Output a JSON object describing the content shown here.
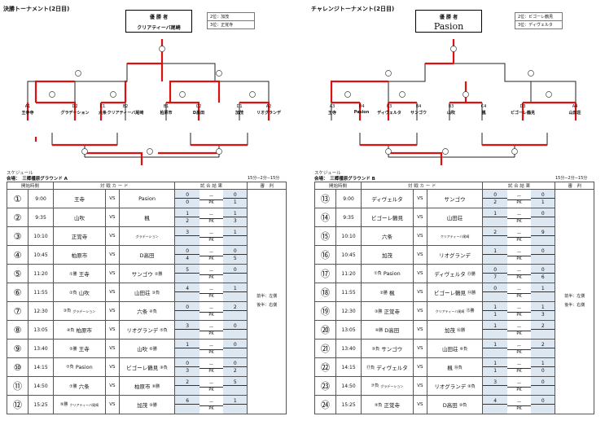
{
  "left": {
    "title": "決勝トーナメント(2日目)",
    "champ_label": "優 勝 者",
    "champ_name": "クリアティーバ尾崎",
    "places": [
      {
        "label": "2位：加茂"
      },
      {
        "label": "3位：正覚寺"
      }
    ],
    "teams": [
      {
        "seed": "A1",
        "name": "王寺寺"
      },
      {
        "seed": "D2",
        "name": "グラデーション"
      },
      {
        "seed": "C1",
        "name": "六条"
      },
      {
        "seed": "B2",
        "name": "クリアティーバ尾崎"
      },
      {
        "seed": "B1",
        "name": "柏原市"
      },
      {
        "seed": "C2",
        "name": "D高田"
      },
      {
        "seed": "D1",
        "name": "加茂"
      },
      {
        "seed": "A2",
        "name": "リオグランデ"
      }
    ],
    "schedule_label": "スケジュール",
    "venue": "会場：　三郷橿原グラウンド A",
    "time_rule": "15分−2分−15分",
    "headers": {
      "start": "開始時間",
      "card": "対 戦 カ ー ド",
      "result": "試 合 結 果",
      "ref": "審　判"
    },
    "rows": [
      {
        "no": "①",
        "time": "9:00",
        "t1": "王寺",
        "vs": "VS",
        "t2": "Pasion",
        "s1a": "0",
        "s1b": "0",
        "pk": "PK",
        "s2a": "0",
        "s2b": "1",
        "ref": ""
      },
      {
        "no": "②",
        "time": "9:35",
        "t1": "山吹",
        "vs": "VS",
        "t2": "楓",
        "s1a": "1",
        "s1b": "2",
        "pk": "PK",
        "s2a": "1",
        "s2b": "3",
        "ref": ""
      },
      {
        "no": "③",
        "time": "10:10",
        "t1": "正覚寺",
        "vs": "VS",
        "t2": "グラデーション",
        "s1a": "3",
        "s1b": "",
        "pk": "PK",
        "s2a": "1",
        "s2b": "",
        "ref": ""
      },
      {
        "no": "④",
        "time": "10:45",
        "t1": "柏原市",
        "vs": "VS",
        "t2": "D高田",
        "s1a": "0",
        "s1b": "4",
        "pk": "PK",
        "s2a": "0",
        "s2b": "5",
        "ref": ""
      },
      {
        "no": "⑤",
        "time": "11:20",
        "r1": "①勝",
        "t1": "王寺",
        "vs": "VS",
        "t2": "サンゴウ",
        "r2": "②勝",
        "s1a": "5",
        "s1b": "",
        "pk": "PK",
        "s2a": "0",
        "s2b": "",
        "ref": ""
      },
      {
        "no": "⑥",
        "time": "11:55",
        "r1": "②負",
        "t1": "山吹",
        "vs": "VS",
        "t2": "山田荘",
        "r2": "③負",
        "s1a": "4",
        "s1b": "",
        "pk": "PK",
        "s2a": "1",
        "s2b": "",
        "ref": "前半：左側"
      },
      {
        "no": "⑦",
        "time": "12:30",
        "r1": "③負",
        "t1": "グラデーション",
        "vs": "VS",
        "t2": "六条",
        "r2": "④負",
        "s1a": "0",
        "s1b": "",
        "pk": "PK",
        "s2a": "2",
        "s2b": "",
        "ref": "後半：右側"
      },
      {
        "no": "⑧",
        "time": "13:05",
        "r1": "④負",
        "t1": "柏原市",
        "vs": "VS",
        "t2": "リオグランデ",
        "r2": "⑤負",
        "s1a": "3",
        "s1b": "",
        "pk": "PK",
        "s2a": "0",
        "s2b": "",
        "ref": ""
      },
      {
        "no": "⑨",
        "time": "13:40",
        "r1": "⑤勝",
        "t1": "王寺",
        "vs": "VS",
        "t2": "山吹",
        "r2": "⑥勝",
        "s1a": "1",
        "s1b": "",
        "pk": "PK",
        "s2a": "0",
        "s2b": "",
        "ref": ""
      },
      {
        "no": "⑩",
        "time": "14:15",
        "r1": "⑦負",
        "t1": "Pasion",
        "vs": "VS",
        "t2": "ビゴーレ鶴見",
        "r2": "⑧負",
        "s1a": "0",
        "s1b": "3",
        "pk": "PK",
        "s2a": "0",
        "s2b": "2",
        "ref": ""
      },
      {
        "no": "⑪",
        "time": "14:50",
        "r1": "⑦勝",
        "t1": "六条",
        "vs": "VS",
        "t2": "柏原市",
        "r2": "⑧勝",
        "s1a": "2",
        "s1b": "",
        "pk": "PK",
        "s2a": "5",
        "s2b": "",
        "ref": ""
      },
      {
        "no": "⑫",
        "time": "15:25",
        "r1": "⑨勝",
        "t1": "クリアティーバ尾崎",
        "vs": "VS",
        "t2": "加茂",
        "r2": "⑩勝",
        "s1a": "6",
        "s1b": "",
        "pk": "PK",
        "s2a": "1",
        "s2b": "",
        "ref": ""
      }
    ]
  },
  "right": {
    "title": "チャレンジトーナメント(2日目)",
    "champ_label": "優 勝 者",
    "champ_name": "Pasion",
    "places": [
      {
        "label": "2位：ビゴーレ鶴見"
      },
      {
        "label": "3位：ディヴェルタ"
      }
    ],
    "teams": [
      {
        "seed": "A3",
        "name": "王寺"
      },
      {
        "seed": "D4",
        "name": "Pasion"
      },
      {
        "seed": "C3",
        "name": "ディヴェルタ"
      },
      {
        "seed": "B4",
        "name": "サンゴウ"
      },
      {
        "seed": "B3",
        "name": "山吹"
      },
      {
        "seed": "C4",
        "name": "楓"
      },
      {
        "seed": "D3",
        "name": "ビゴーレ鶴見"
      },
      {
        "seed": "A4",
        "name": "山田荘"
      }
    ],
    "schedule_label": "スケジュール",
    "venue": "会場：　三郷橿原グラウンド B",
    "time_rule": "15分−2分−15分",
    "headers": {
      "start": "開始時間",
      "card": "対 戦 カ ー ド",
      "result": "試 合 結 果",
      "ref": "審　判"
    },
    "rows": [
      {
        "no": "⑬",
        "time": "9:00",
        "t1": "ディヴェルタ",
        "vs": "VS",
        "t2": "サンゴウ",
        "s1a": "0",
        "s1b": "2",
        "pk": "PK",
        "s2a": "0",
        "s2b": "1",
        "ref": ""
      },
      {
        "no": "⑭",
        "time": "9:35",
        "t1": "ビゴーレ鶴見",
        "vs": "VS",
        "t2": "山田荘",
        "s1a": "1",
        "s1b": "",
        "pk": "PK",
        "s2a": "0",
        "s2b": "",
        "ref": ""
      },
      {
        "no": "⑮",
        "time": "10:10",
        "t1": "六条",
        "vs": "VS",
        "t2": "クリアティーバ尾崎",
        "s1a": "2",
        "s1b": "",
        "pk": "PK",
        "s2a": "9",
        "s2b": "",
        "ref": ""
      },
      {
        "no": "⑯",
        "time": "10:45",
        "t1": "加茂",
        "vs": "VS",
        "t2": "リオグランデ",
        "s1a": "1",
        "s1b": "",
        "pk": "PK",
        "s2a": "0",
        "s2b": "",
        "ref": ""
      },
      {
        "no": "⑰",
        "time": "11:20",
        "r1": "①負",
        "t1": "Pasion",
        "vs": "VS",
        "t2": "ディヴェルタ",
        "r2": "⑬勝",
        "s1a": "0",
        "s1b": "7",
        "pk": "PK",
        "s2a": "0",
        "s2b": "6",
        "ref": ""
      },
      {
        "no": "⑱",
        "time": "11:55",
        "r1": "②勝",
        "t1": "楓",
        "vs": "VS",
        "t2": "ビゴーレ鶴見",
        "r2": "⑭勝",
        "s1a": "0",
        "s1b": "",
        "pk": "PK",
        "s2a": "1",
        "s2b": "",
        "ref": "前半：左側"
      },
      {
        "no": "⑲",
        "time": "12:30",
        "r1": "③勝",
        "t1": "正覚寺",
        "vs": "VS",
        "t2": "クリアティーバ尾崎",
        "r2": "⑮勝",
        "s1a": "1",
        "s1b": "1",
        "pk": "PK",
        "s2a": "1",
        "s2b": "3",
        "ref": "後半：右側"
      },
      {
        "no": "⑳",
        "time": "13:05",
        "r1": "④勝",
        "t1": "D高田",
        "vs": "VS",
        "t2": "加茂",
        "r2": "⑯勝",
        "s1a": "1",
        "s1b": "",
        "pk": "PK",
        "s2a": "2",
        "s2b": "",
        "ref": ""
      },
      {
        "no": "㉑",
        "time": "13:40",
        "r1": "⑤負",
        "t1": "サンゴウ",
        "vs": "VS",
        "t2": "山田荘",
        "r2": "⑥負",
        "s1a": "1",
        "s1b": "",
        "pk": "PK",
        "s2a": "2",
        "s2b": "",
        "ref": ""
      },
      {
        "no": "㉒",
        "time": "14:15",
        "r1": "⑰負",
        "t1": "ディヴェルタ",
        "vs": "VS",
        "t2": "楓",
        "r2": "⑱負",
        "s1a": "1",
        "s1b": "1",
        "pk": "PK",
        "s2a": "1",
        "s2b": "0",
        "ref": ""
      },
      {
        "no": "㉓",
        "time": "14:50",
        "r1": "⑦負",
        "t1": "グラデーション",
        "vs": "VS",
        "t2": "リオグランデ",
        "r2": "⑧負",
        "s1a": "3",
        "s1b": "",
        "pk": "PK",
        "s2a": "0",
        "s2b": "",
        "ref": ""
      },
      {
        "no": "㉔",
        "time": "15:25",
        "r1": "⑨負",
        "t1": "正覚寺",
        "vs": "VS",
        "t2": "D高田",
        "r2": "⑩負",
        "s1a": "4",
        "s1b": "",
        "pk": "PK",
        "s2a": "0",
        "s2b": "",
        "ref": ""
      }
    ]
  }
}
